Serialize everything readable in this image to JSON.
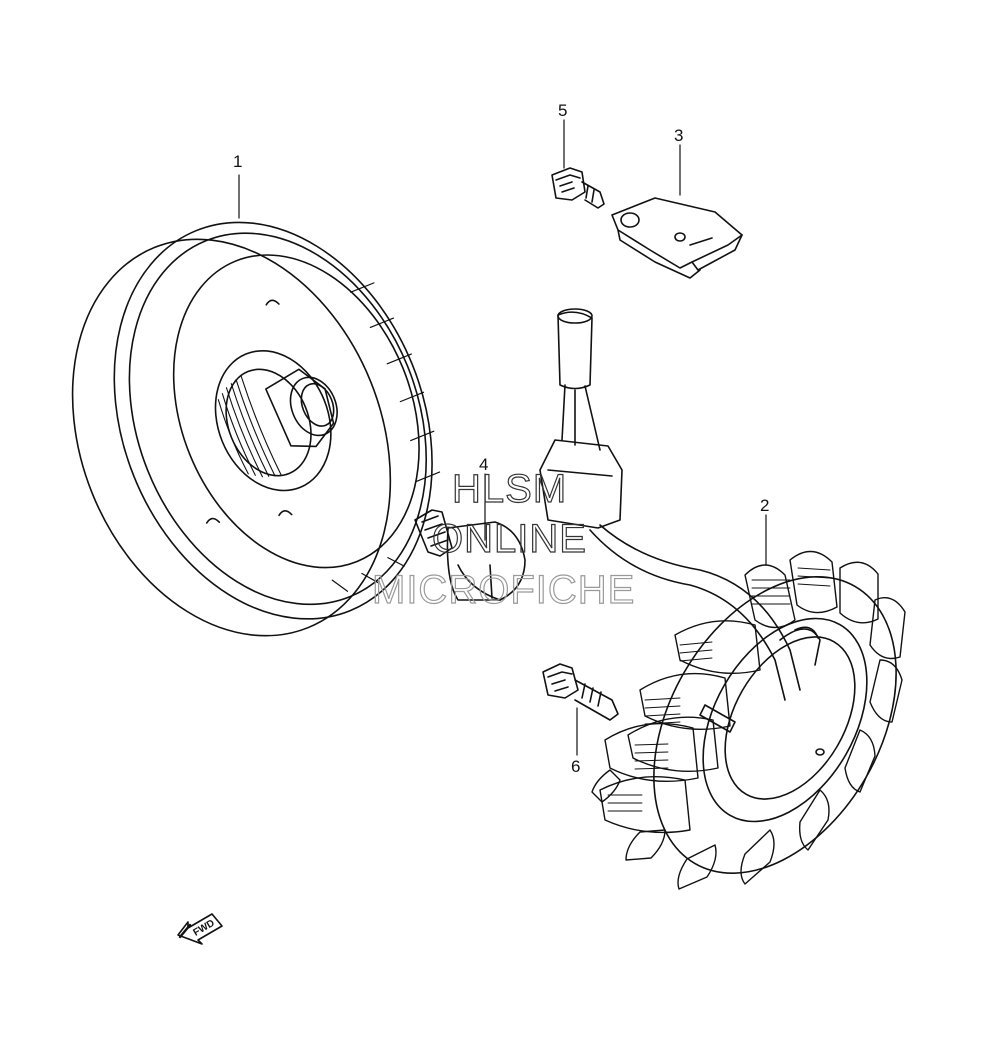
{
  "diagram": {
    "callouts": [
      {
        "id": "1",
        "label": "1"
      },
      {
        "id": "2",
        "label": "2"
      },
      {
        "id": "3",
        "label": "3"
      },
      {
        "id": "4",
        "label": "4"
      },
      {
        "id": "5",
        "label": "5"
      },
      {
        "id": "6",
        "label": "6"
      }
    ],
    "watermark": {
      "line1": "HLSM",
      "line2": "ONLINE",
      "line3": "MICROFICHE",
      "color_dark": "#333333",
      "color_light": "#9a9a9a"
    },
    "direction_badge": {
      "label": "FWD",
      "icon": "arrow-left-down-icon"
    },
    "line_color": "#111111"
  }
}
